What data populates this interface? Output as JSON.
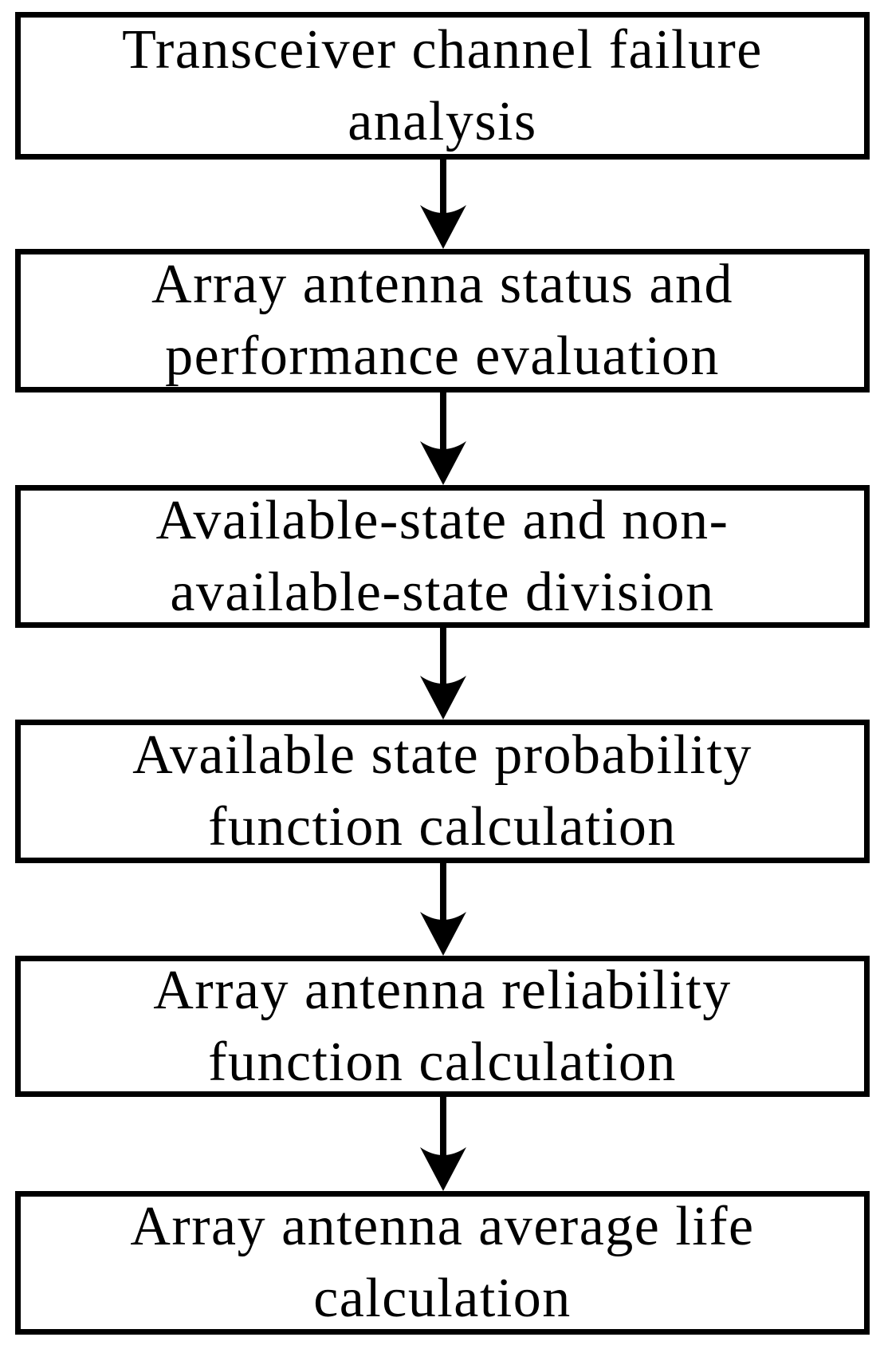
{
  "flowchart": {
    "direction": "top-down",
    "colors": {
      "background": "#ffffff",
      "box_fill": "#ffffff",
      "box_border": "#000000",
      "text": "#000000",
      "arrow": "#000000"
    },
    "steps": [
      {
        "text": "Transceiver channel failure analysis",
        "lines": [
          "Transceiver channel failure",
          "analysis"
        ]
      },
      {
        "text": "Array antenna status and performance evaluation",
        "lines": [
          "Array antenna status and",
          "performance evaluation"
        ]
      },
      {
        "text": "Available-state and non-available-state division",
        "lines": [
          "Available-state and non-",
          "available-state division"
        ]
      },
      {
        "text": "Available state probability function calculation",
        "lines": [
          "Available state probability",
          "function calculation"
        ]
      },
      {
        "text": "Array antenna reliability function calculation",
        "lines": [
          "Array antenna reliability",
          "function calculation"
        ]
      },
      {
        "text": "Array antenna average life calculation",
        "lines": [
          "Array antenna average life",
          "calculation"
        ]
      }
    ]
  }
}
